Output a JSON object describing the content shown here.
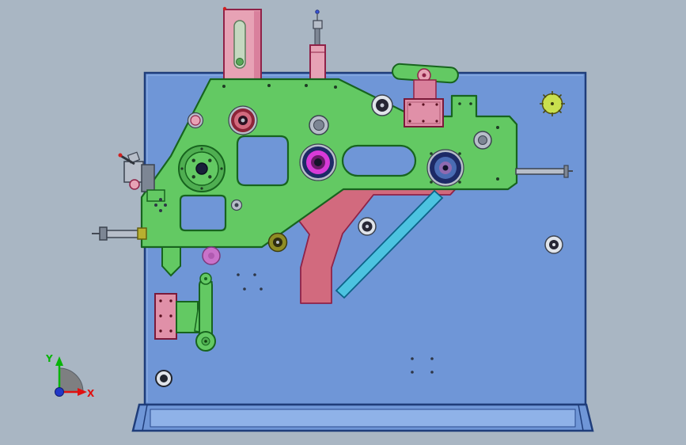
{
  "axis_triad": {
    "x_label": "X",
    "y_label": "Y"
  },
  "colors": {
    "canvas_bg": "#a9b6c3",
    "plate_blue": "#6f96d7",
    "plate_blue_light": "#8fb2e8",
    "plate_edge": "#1f3d7a",
    "green_part": "#63c963",
    "green_part_dark": "#4fae51",
    "green_edge": "#17641e",
    "pink_part": "#e7a2b5",
    "pink_deep": "#d9809c",
    "pink_edge": "#8f2248",
    "rose_lever": "#d26a7e",
    "magenta_ring": "#d83ad8",
    "maroon_ring": "#8d2438",
    "navy_ring": "#1d2a66",
    "steel_blue_ring": "#4a6cb4",
    "cyan_link": "#4cc3e0",
    "cyan_edge": "#0c6488",
    "olive_part": "#8f8d24",
    "violet_part": "#c972c9",
    "yellow_green_knob": "#c9e04e",
    "gray_part": "#b7bec9",
    "gray_part_dark": "#7d8694",
    "outline_dark": "#3c4350",
    "axis_x": "#e01010",
    "axis_y": "#08b408",
    "axis_origin": "#2238c8",
    "axis_fan": "#7a7a7a"
  },
  "parts": [
    "main-mounting-plate",
    "machine-base-plate",
    "green-carrier-plate",
    "pink-lever-arm",
    "cyan-link-bar",
    "flange-bearing",
    "red-bearing",
    "magenta-bearing",
    "navy-bearing",
    "gray-cylinder",
    "top-slide-tower",
    "plunger-screw",
    "clamp-handle-assembly",
    "adjust-knob",
    "left-adjust-rod",
    "right-adjust-rod",
    "left-sensor-bracket",
    "bottom-bracket-assembly",
    "axis-triad"
  ]
}
